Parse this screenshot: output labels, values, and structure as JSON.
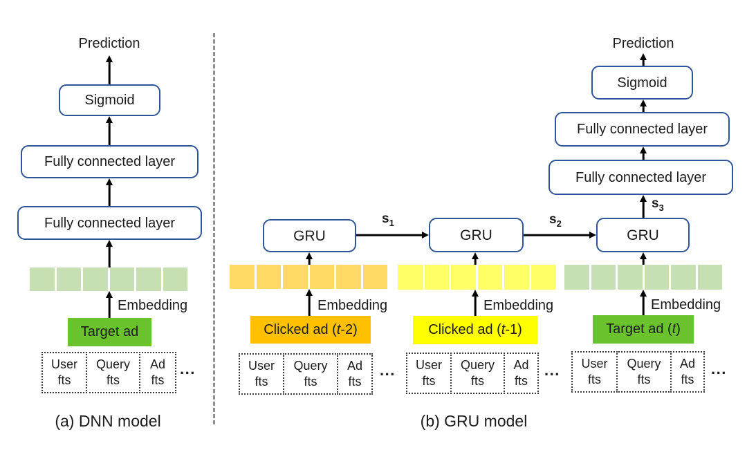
{
  "colors": {
    "box_border": "#2E5597",
    "strip_green": "#C6E0B4",
    "strip_gold": "#FFD966",
    "strip_yellow": "#FFFF66",
    "box_green": "#6AC32D",
    "box_orange": "#FFC000",
    "box_yellow": "#FFFF00",
    "divider": "#8f8f8f"
  },
  "panel_a": {
    "prediction": "Prediction",
    "sigmoid": "Sigmoid",
    "fc1": "Fully connected layer",
    "fc2": "Fully connected layer",
    "embedding": "Embedding",
    "strip_cells": 6,
    "input": {
      "prefix": "Target ad",
      "t": "",
      "suffix": ""
    },
    "features": [
      {
        "top": "User",
        "bottom": "fts"
      },
      {
        "top": "Query",
        "bottom": "fts"
      },
      {
        "top": "Ad",
        "bottom": "fts"
      }
    ],
    "ellipsis": "...",
    "caption": "(a) DNN model"
  },
  "panel_b": {
    "caption": "(b) GRU model",
    "prediction": "Prediction",
    "sigmoid": "Sigmoid",
    "fc1": "Fully connected layer",
    "fc2": "Fully connected layer",
    "states": [
      {
        "base": "s",
        "sub": "1"
      },
      {
        "base": "s",
        "sub": "2"
      },
      {
        "base": "s",
        "sub": "3"
      }
    ],
    "columns": [
      {
        "gru": "GRU",
        "embedding": "Embedding",
        "strip_cells": 6,
        "input": {
          "prefix": "Clicked ad (",
          "t": "t",
          "suffix": "-2)"
        },
        "features": [
          {
            "top": "User",
            "bottom": "fts"
          },
          {
            "top": "Query",
            "bottom": "fts"
          },
          {
            "top": "Ad",
            "bottom": "fts"
          }
        ],
        "ellipsis": "..."
      },
      {
        "gru": "GRU",
        "embedding": "Embedding",
        "strip_cells": 6,
        "input": {
          "prefix": "Clicked ad (",
          "t": "t",
          "suffix": "-1)"
        },
        "features": [
          {
            "top": "User",
            "bottom": "fts"
          },
          {
            "top": "Query",
            "bottom": "fts"
          },
          {
            "top": "Ad",
            "bottom": "fts"
          }
        ],
        "ellipsis": "..."
      },
      {
        "gru": "GRU",
        "embedding": "Embedding",
        "strip_cells": 6,
        "input": {
          "prefix": "Target ad (",
          "t": "t",
          "suffix": ")"
        },
        "features": [
          {
            "top": "User",
            "bottom": "fts"
          },
          {
            "top": "Query",
            "bottom": "fts"
          },
          {
            "top": "Ad",
            "bottom": "fts"
          }
        ],
        "ellipsis": "..."
      }
    ]
  }
}
